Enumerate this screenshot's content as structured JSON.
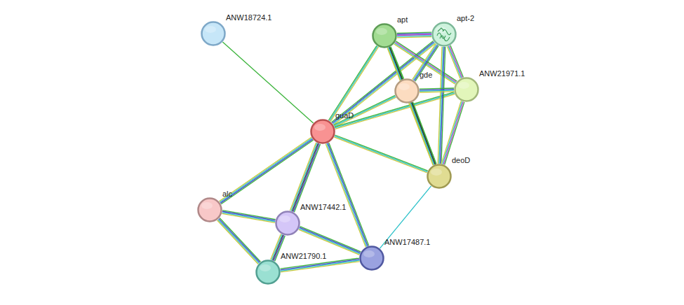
{
  "diagram": {
    "nodes": [
      {
        "text": [
          "ANW18724.1"
        ]
      },
      {
        "text": [
          "apt"
        ]
      },
      {
        "text": [
          "apt-2"
        ]
      },
      {
        "text": [
          "gde"
        ]
      },
      {
        "text": [
          "ANW21971.1"
        ]
      },
      {
        "text": [
          "guaD"
        ]
      },
      {
        "text": [
          "deoD"
        ]
      },
      {
        "text": [
          "alc"
        ]
      },
      {
        "text": [
          "ANW17442.1"
        ]
      },
      {
        "text": [
          "ANW17487.1"
        ]
      },
      {
        "text": [
          "ANW21790.1"
        ]
      }
    ],
    "edges": [
      {
        "from": 0,
        "to": 5,
        "arrow": "none"
      },
      {
        "from": 5,
        "to": 1,
        "arrow": "none"
      },
      {
        "from": 5,
        "to": 2,
        "arrow": "none"
      },
      {
        "from": 5,
        "to": 3,
        "arrow": "none"
      },
      {
        "from": 5,
        "to": 4,
        "arrow": "none"
      },
      {
        "from": 5,
        "to": 6,
        "arrow": "none"
      },
      {
        "from": 5,
        "to": 7,
        "arrow": "none"
      },
      {
        "from": 5,
        "to": 8,
        "arrow": "none"
      },
      {
        "from": 5,
        "to": 9,
        "arrow": "none"
      },
      {
        "from": 1,
        "to": 2,
        "arrow": "none"
      },
      {
        "from": 1,
        "to": 3,
        "arrow": "none"
      },
      {
        "from": 1,
        "to": 4,
        "arrow": "none"
      },
      {
        "from": 1,
        "to": 6,
        "arrow": "none"
      },
      {
        "from": 2,
        "to": 3,
        "arrow": "none"
      },
      {
        "from": 2,
        "to": 4,
        "arrow": "none"
      },
      {
        "from": 2,
        "to": 6,
        "arrow": "none"
      },
      {
        "from": 3,
        "to": 4,
        "arrow": "none"
      },
      {
        "from": 3,
        "to": 6,
        "arrow": "none"
      },
      {
        "from": 4,
        "to": 6,
        "arrow": "none"
      },
      {
        "from": 6,
        "to": 9,
        "arrow": "none"
      },
      {
        "from": 7,
        "to": 8,
        "arrow": "none"
      },
      {
        "from": 7,
        "to": 10,
        "arrow": "none"
      },
      {
        "from": 8,
        "to": 10,
        "arrow": "none"
      },
      {
        "from": 8,
        "to": 9,
        "arrow": "none"
      },
      {
        "from": 10,
        "to": 9,
        "arrow": "none"
      }
    ]
  }
}
